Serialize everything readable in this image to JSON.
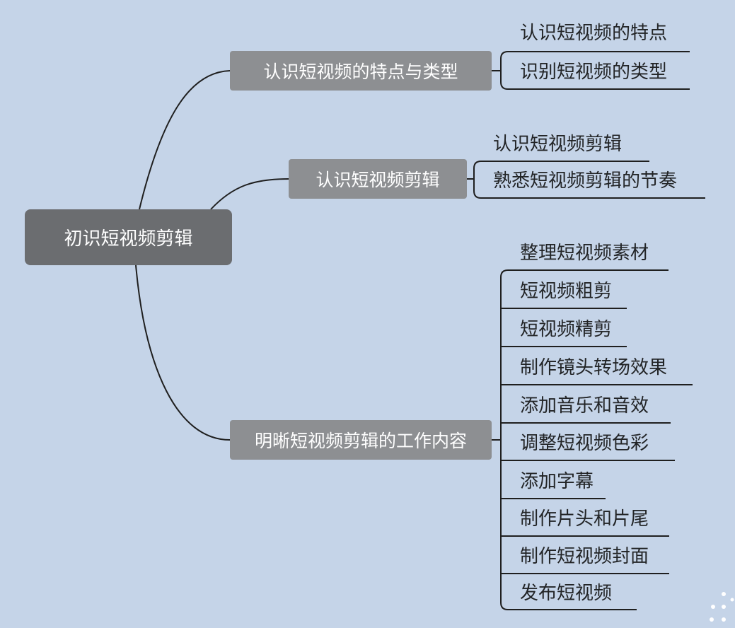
{
  "mindmap": {
    "root": "初识短视频剪辑",
    "branches": [
      {
        "label": "认识短视频的特点与类型",
        "children": [
          "认识短视频的特点",
          "识别短视频的类型"
        ]
      },
      {
        "label": "认识短视频剪辑",
        "children": [
          "认识短视频剪辑",
          "熟悉短视频剪辑的节奏"
        ]
      },
      {
        "label": "明晰短视频剪辑的工作内容",
        "children": [
          "整理短视频素材",
          "短视频粗剪",
          "短视频精剪",
          "制作镜头转场效果",
          "添加音乐和音效",
          "调整短视频色彩",
          "添加字幕",
          "制作片头和片尾",
          "制作短视频封面",
          "发布短视频"
        ]
      }
    ]
  },
  "colors": {
    "background": "#c5d4e8",
    "root_fill": "#6b6d70",
    "branch_fill": "#8d8f92",
    "line": "#1f1f1f"
  }
}
